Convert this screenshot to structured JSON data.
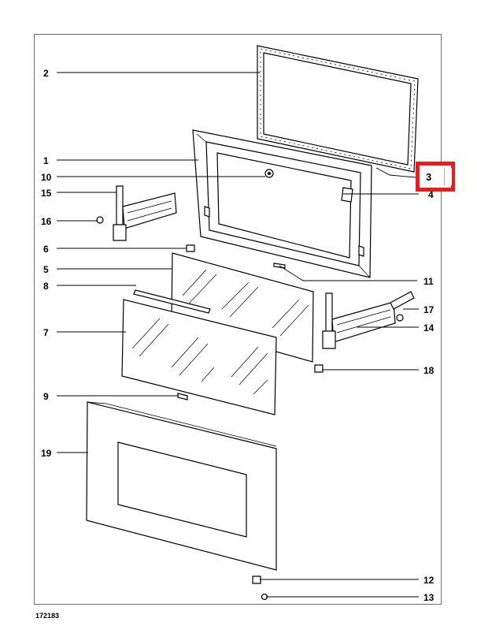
{
  "diagram": {
    "code": "172183",
    "highlighted_label": "3",
    "highlight_color": "#e81e1e",
    "labels": {
      "l1": "1",
      "l2": "2",
      "l4": "4",
      "l5": "5",
      "l6": "6",
      "l7": "7",
      "l8": "8",
      "l9": "9",
      "l10": "10",
      "l11": "11",
      "l12": "12",
      "l13": "13",
      "l14": "14",
      "l15": "15",
      "l16": "16",
      "l17": "17",
      "l18": "18",
      "l19": "19"
    }
  }
}
